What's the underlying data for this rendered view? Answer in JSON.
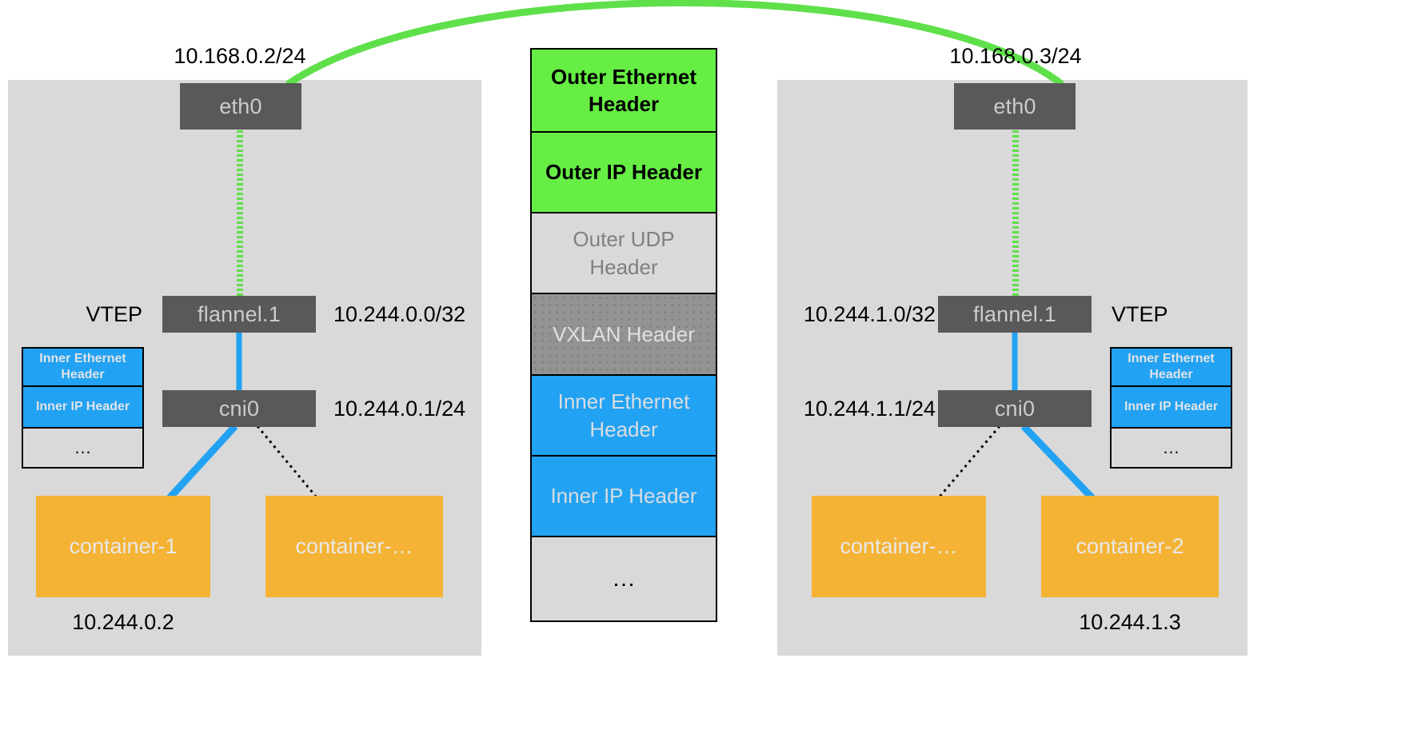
{
  "diagram": {
    "title": "Flannel VXLAN packet encapsulation between two Kubernetes nodes",
    "colors": {
      "host_panel": "#d9d9d9",
      "interface": "#595959",
      "container": "#f5b335",
      "outer_header": "#66ee44",
      "inner_header": "#22a2f2",
      "vxlan_header": "#939393",
      "neutral_header": "#d9d9d9",
      "green_link": "#66ee44",
      "blue_link": "#22a2f2",
      "dotted_link": "#000000"
    }
  },
  "left_host": {
    "eth0": {
      "label": "eth0",
      "ip": "10.168.0.2/24"
    },
    "flannel": {
      "label": "flannel.1",
      "ip": "10.244.0.0/32",
      "role": "VTEP"
    },
    "cni0": {
      "label": "cni0",
      "ip": "10.244.0.1/24"
    },
    "mini_packet": {
      "layers": [
        "Inner Ethernet Header",
        "Inner IP Header",
        "…"
      ]
    },
    "containers": [
      {
        "label": "container-1",
        "ip": "10.244.0.2"
      },
      {
        "label": "container-…",
        "ip": ""
      }
    ]
  },
  "right_host": {
    "eth0": {
      "label": "eth0",
      "ip": "10.168.0.3/24"
    },
    "flannel": {
      "label": "flannel.1",
      "ip": "10.244.1.0/32",
      "role": "VTEP"
    },
    "cni0": {
      "label": "cni0",
      "ip": "10.244.1.1/24"
    },
    "mini_packet": {
      "layers": [
        "Inner Ethernet Header",
        "Inner IP Header",
        "…"
      ]
    },
    "containers": [
      {
        "label": "container-…",
        "ip": ""
      },
      {
        "label": "container-2",
        "ip": "10.244.1.3"
      }
    ]
  },
  "packet_stack": {
    "layers": [
      {
        "label": "Outer Ethernet Header",
        "kind": "outer"
      },
      {
        "label": "Outer IP Header",
        "kind": "outer"
      },
      {
        "label": "Outer UDP Header",
        "kind": "neutral"
      },
      {
        "label": "VXLAN Header",
        "kind": "vxlan"
      },
      {
        "label": "Inner Ethernet Header",
        "kind": "inner"
      },
      {
        "label": "Inner IP Header",
        "kind": "inner"
      },
      {
        "label": "…",
        "kind": "ellipsis"
      }
    ]
  }
}
